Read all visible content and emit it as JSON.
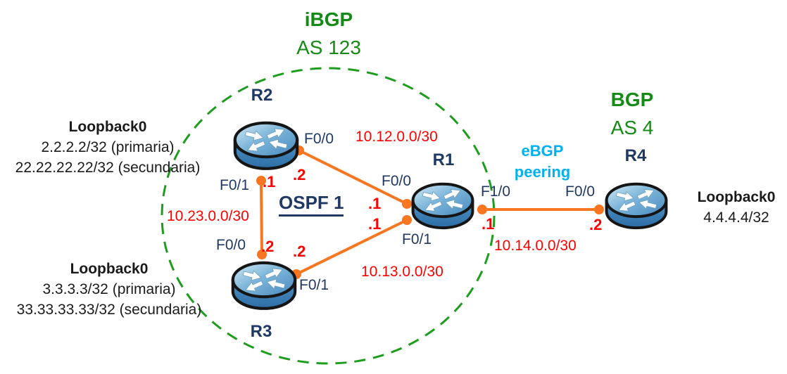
{
  "diagram": {
    "ibgp_title": "iBGP",
    "ibgp_as": "AS 123",
    "bgp_title": "BGP",
    "bgp_as": "AS 4",
    "ospf": "OSPF 1",
    "ebgp_line1": "eBGP",
    "ebgp_line2": "peering"
  },
  "routers": {
    "r1": "R1",
    "r2": "R2",
    "r3": "R3",
    "r4": "R4"
  },
  "interfaces": {
    "r2_f00": "F0/0",
    "r2_f01": "F0/1",
    "r3_f00": "F0/0",
    "r3_f01": "F0/1",
    "r1_f00": "F0/0",
    "r1_f01": "F0/1",
    "r1_f10": "F1/0",
    "r4_f00": "F0/0"
  },
  "ips": {
    "r2_f00": ".2",
    "r2_f01": ".1",
    "r3_f00": ".2",
    "r3_f01": ".2",
    "r1_f00": ".1",
    "r1_f01": ".1",
    "r1_f10": ".1",
    "r4_f00": ".2"
  },
  "networks": {
    "r1_r2": "10.12.0.0/30",
    "r2_r3": "10.23.0.0/30",
    "r1_r3": "10.13.0.0/30",
    "r1_r4": "10.14.0.0/30"
  },
  "loopbacks": {
    "r2": {
      "title": "Loopback0",
      "primary": "2.2.2.2/32 (primaria)",
      "secondary": "22.22.22.22/32  (secundaria)"
    },
    "r3": {
      "title": "Loopback0",
      "primary": "3.3.3.3/32 (primaria)",
      "secondary": "33.33.33.33/32  (secundaria)"
    },
    "r4": {
      "title": "Loopback0",
      "address": "4.4.4.4/32"
    }
  },
  "colors": {
    "green": "#168a16",
    "navy": "#1f3864",
    "red": "#ff0000",
    "orange": "#f8761f",
    "cyan": "#00b0f0"
  }
}
